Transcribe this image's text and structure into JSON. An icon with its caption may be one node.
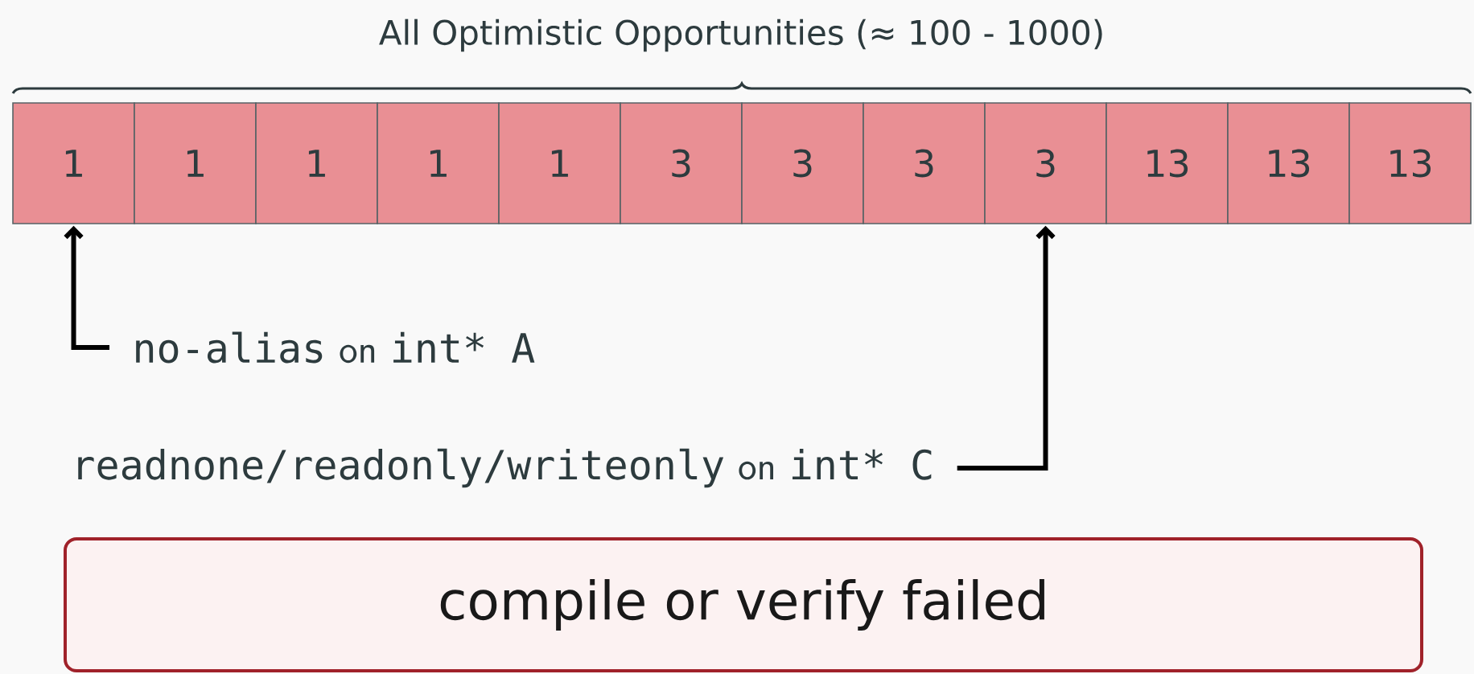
{
  "diagram": {
    "title": "All Optimistic Opportunities (≈ 100 - 1000)",
    "nodes": [
      {
        "text": [
          "1"
        ]
      },
      {
        "text": [
          "1"
        ]
      },
      {
        "text": [
          "1"
        ]
      },
      {
        "text": [
          "1"
        ]
      },
      {
        "text": [
          "1"
        ]
      },
      {
        "text": [
          "3"
        ]
      },
      {
        "text": [
          "3"
        ]
      },
      {
        "text": [
          "3"
        ]
      },
      {
        "text": [
          "3"
        ]
      },
      {
        "text": [
          "13"
        ]
      },
      {
        "text": [
          "13"
        ]
      },
      {
        "text": [
          "13"
        ]
      },
      {
        "text": [
          "no-alias",
          "on",
          "int* A"
        ]
      },
      {
        "text": [
          "readnone/readonly/writeonly",
          "on",
          "int* C"
        ]
      },
      {
        "text": [
          "compile or verify failed"
        ]
      }
    ],
    "edges": [
      {
        "from": 12,
        "to": 0,
        "arrow": "to"
      },
      {
        "from": 13,
        "to": 8,
        "arrow": "to"
      }
    ]
  }
}
